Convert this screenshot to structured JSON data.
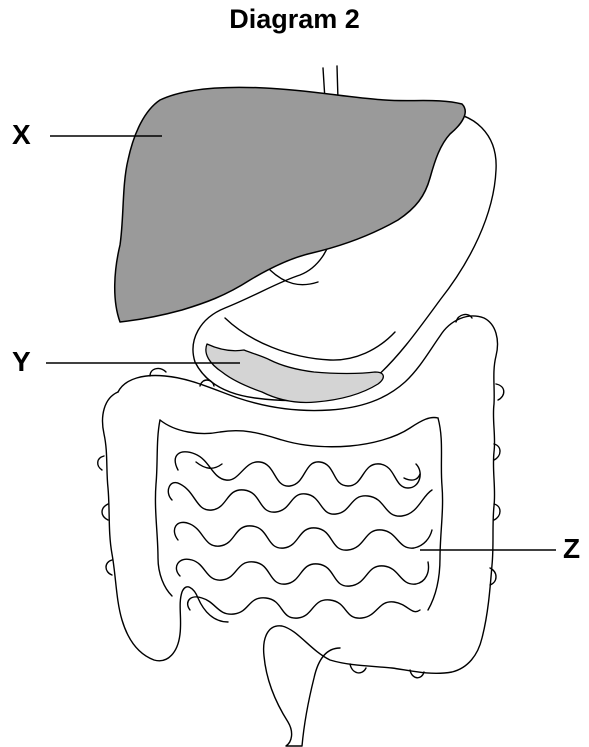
{
  "title": "Diagram 2",
  "labels": {
    "x": "X",
    "y": "Y",
    "z": "Z"
  },
  "colors": {
    "liver": "#9a9a9a",
    "pancreas": "#d4d4d4",
    "outline": "#000000",
    "background": "#ffffff"
  }
}
